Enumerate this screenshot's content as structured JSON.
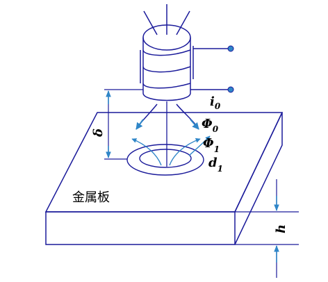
{
  "colors": {
    "line": "#1a1a9a",
    "arrow": "#2f86c8",
    "text": "#000000",
    "background": "#ffffff"
  },
  "labels": {
    "current": "i",
    "current_sub": "0",
    "primary_flux": "Φ",
    "primary_flux_sub": "0",
    "eddy_flux": "Φ",
    "eddy_flux_sub": "1",
    "eddy_diameter": "d",
    "eddy_diameter_sub": "1",
    "liftoff": "δ",
    "thickness": "h",
    "plate": "金属板"
  }
}
